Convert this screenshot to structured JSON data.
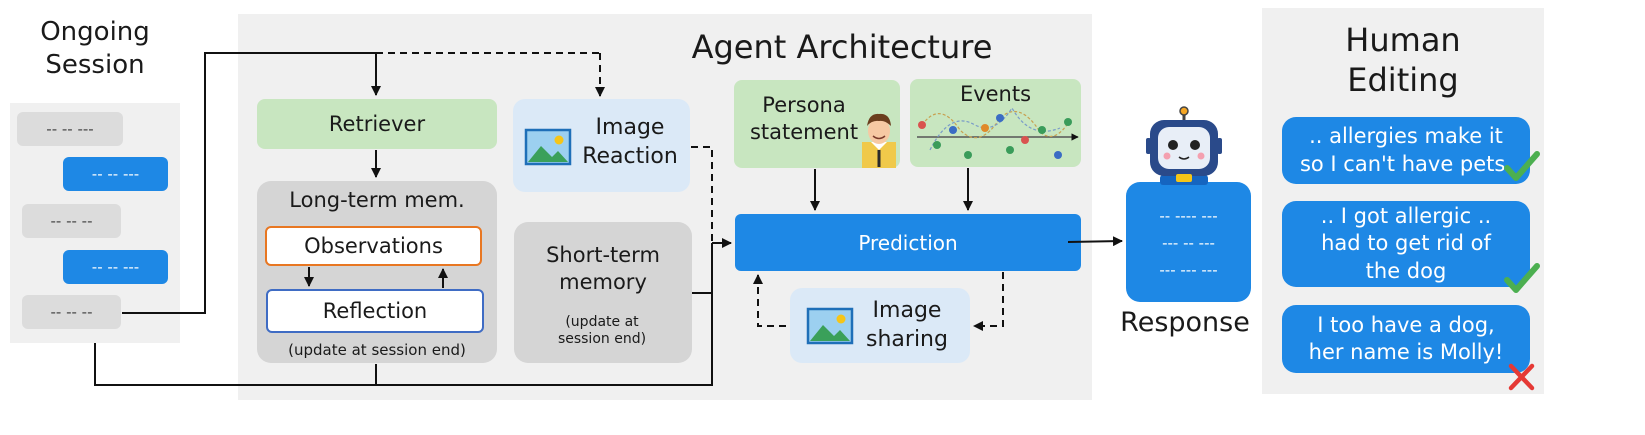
{
  "ongoing": {
    "title": "Ongoing Session",
    "msgs": [
      "-- -- ---",
      "-- -- ---",
      "-- -- --",
      "-- -- ---",
      "-- -- --"
    ]
  },
  "agent": {
    "title": "Agent Architecture",
    "retriever": "Retriever",
    "ltm_title": "Long-term mem.",
    "observations": "Observations",
    "reflection": "Reflection",
    "ltm_note": "(update at session end)",
    "image_reaction": "Image Reaction",
    "stm_title": "Short-term memory",
    "stm_note": "(update at session end)",
    "persona": "Persona statement",
    "events": "Events",
    "prediction": "Prediction",
    "image_sharing": "Image sharing"
  },
  "response": {
    "label": "Response",
    "lines": [
      "-- ---- ---",
      "--- -- ---",
      "--- --- ---"
    ]
  },
  "human": {
    "title": "Human Editing",
    "items": [
      {
        "text": ".. allergies make it so I can't have pets.",
        "mark": "check"
      },
      {
        "text": ".. I got allergic .. had to get rid of the dog",
        "mark": "check"
      },
      {
        "text": "I too have a dog, her name is Molly!",
        "mark": "cross"
      }
    ]
  },
  "colors": {
    "blue": "#1e88e5",
    "green": "#c8e6c0",
    "check": "#4caf50",
    "cross": "#e53935",
    "observations_border": "#e87722",
    "reflection_border": "#3f6cc4"
  }
}
